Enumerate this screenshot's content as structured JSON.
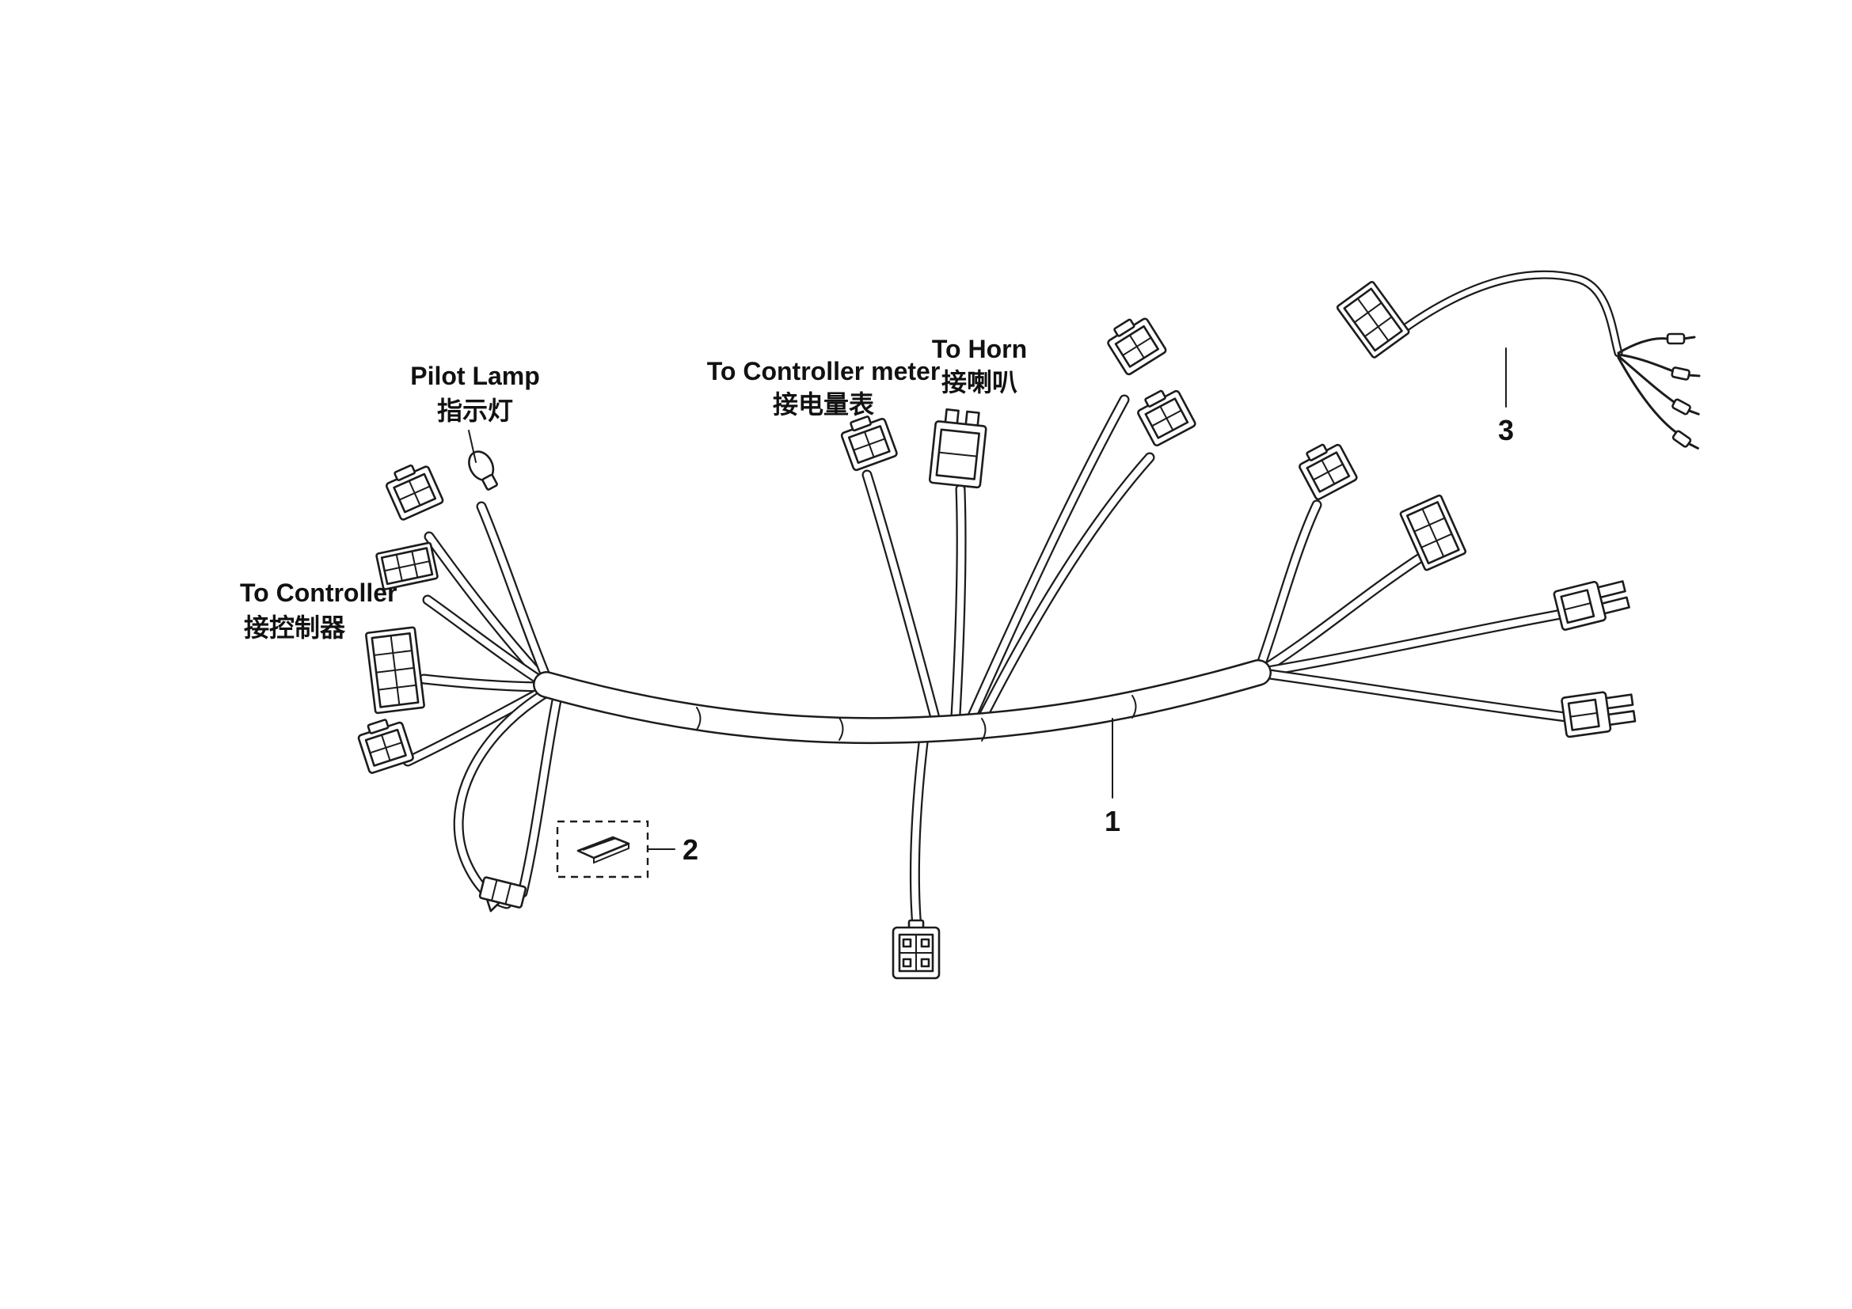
{
  "page": {
    "background": "#ffffff",
    "line_color": "#1c1c1c"
  },
  "labels": {
    "pilot_lamp_en": "Pilot Lamp",
    "pilot_lamp_zh": "指示灯",
    "to_controller_en": "To Controller",
    "to_controller_zh": "接控制器",
    "to_controller_meter_en": "To Controller meter",
    "to_controller_meter_zh": "接电量表",
    "to_horn_en": "To Horn",
    "to_horn_zh": "接喇叭"
  },
  "callouts": {
    "one": "1",
    "two": "2",
    "three": "3"
  }
}
